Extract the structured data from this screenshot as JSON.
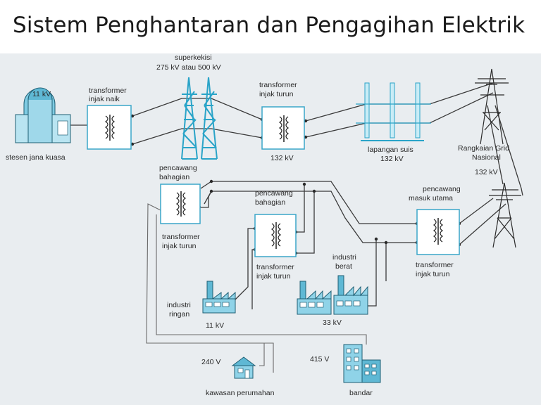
{
  "title": "Sistem Penghantaran dan Pengagihan Elektrik",
  "labels": {
    "plant_voltage": "11 kV",
    "plant": "stesen jana kuasa",
    "stepup_1": "transformer",
    "stepup_2": "injak naik",
    "supergrid_1": "superkekisi",
    "supergrid_2": "275 kV atau 500 kV",
    "stepdown_a_1": "transformer",
    "stepdown_a_2": "injak turun",
    "v132_a": "132 kV",
    "switchyard_1": "lapangan suis",
    "switchyard_2": "132 kV",
    "grid_1": "Rangkaian Grid",
    "grid_2": "Nasional",
    "grid_3": "132 kV",
    "main_intake_1": "pencawang",
    "main_intake_2": "masuk utama",
    "stepdown_main_1": "transformer",
    "stepdown_main_2": "injak turun",
    "dist_sub_left_1": "pencawang",
    "dist_sub_left_2": "bahagian",
    "stepdown_left_1": "transformer",
    "stepdown_left_2": "injak turun",
    "dist_sub_mid_1": "pencawang",
    "dist_sub_mid_2": "bahagian",
    "stepdown_mid_1": "transformer",
    "stepdown_mid_2": "injak turun",
    "heavy_1": "industri",
    "heavy_2": "berat",
    "light_1": "industri",
    "light_2": "ringan",
    "v11": "11 kV",
    "v33": "33 kV",
    "v240": "240 V",
    "v415": "415 V",
    "residential": "kawasan perumahan",
    "city": "bandar"
  },
  "icons": [
    "power-station-icon",
    "transformer-icon",
    "transmission-tower-icon",
    "switchyard-icon",
    "grid-pylon-icon",
    "factory-icon",
    "house-icon",
    "office-building-icon"
  ],
  "colors": {
    "box_outline": "#3aa6c9",
    "building": "#8fd3e8",
    "tower": "#2aa4c8",
    "plate": "#e9edf0"
  }
}
